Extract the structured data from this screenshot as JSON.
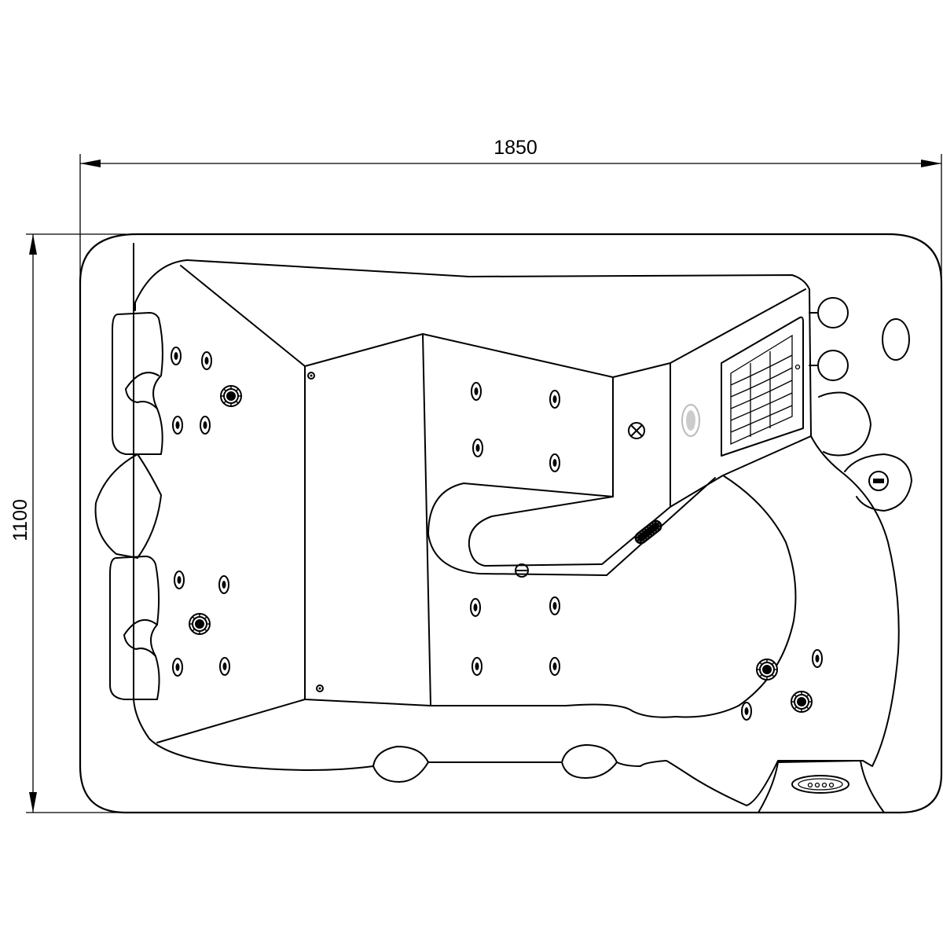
{
  "dimensions": {
    "width_label": "1850",
    "height_label": "1100"
  },
  "components": {
    "headrest_icon": "headrest",
    "small_jet_icon": "oval-jet",
    "rotary_jet_icon": "rotary-jet",
    "drain_icon": "drain",
    "air_control_icon": "air-valve-knob",
    "control_panel_icon": "control-panel",
    "waterfall_icon": "waterfall",
    "light_icon": "underwater-light",
    "filter_icon": "filter-grille"
  },
  "colors": {
    "stroke": "#000000",
    "background": "#ffffff",
    "light": "#bbbbbb"
  }
}
